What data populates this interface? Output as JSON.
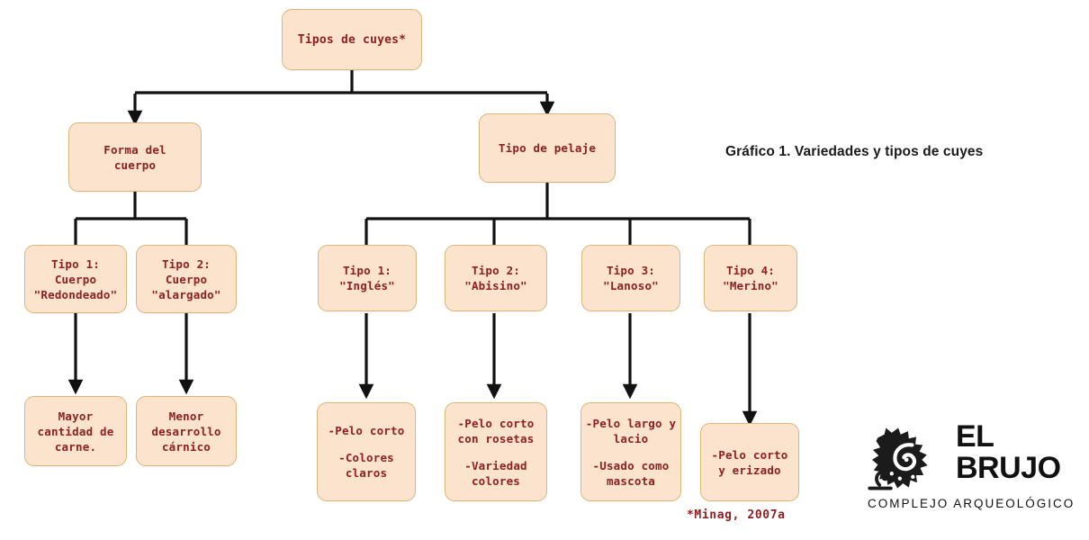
{
  "caption": "Gráfico 1. Variedades y tipos de cuyes",
  "footnote": "*Minag, 2007a",
  "colors": {
    "node_fill": "#fce3ce",
    "node_border": "#d9b779",
    "node_text": "#8e2020",
    "connector": "#111111",
    "caption_text": "#1a1a1a",
    "background": "#ffffff"
  },
  "nodes": {
    "root": {
      "lines": [
        "Tipos de cuyes*"
      ]
    },
    "forma_cuerpo": {
      "lines": [
        "Forma del",
        "cuerpo"
      ]
    },
    "tipo_pelaje": {
      "lines": [
        "Tipo de pelaje"
      ]
    },
    "cuerpo_tipo1": {
      "lines": [
        "Tipo 1:",
        "Cuerpo",
        "\"Redondeado\""
      ]
    },
    "cuerpo_tipo2": {
      "lines": [
        "Tipo 2:",
        "Cuerpo",
        "\"alargado\""
      ]
    },
    "cuerpo_tipo1_desc": {
      "lines": [
        "Mayor",
        "cantidad de",
        "carne."
      ]
    },
    "cuerpo_tipo2_desc": {
      "lines": [
        "Menor",
        "desarrollo",
        "cárnico"
      ]
    },
    "pelaje_tipo1": {
      "lines": [
        "Tipo 1:",
        "\"Inglés\""
      ]
    },
    "pelaje_tipo2": {
      "lines": [
        "Tipo 2:",
        "\"Abisino\""
      ]
    },
    "pelaje_tipo3": {
      "lines": [
        "Tipo 3:",
        "\"Lanoso\""
      ]
    },
    "pelaje_tipo4": {
      "lines": [
        "Tipo 4:",
        "\"Merino\""
      ]
    },
    "pelaje_tipo1_desc": {
      "lines": [
        "-Pelo corto",
        "",
        "-Colores",
        "claros"
      ]
    },
    "pelaje_tipo2_desc": {
      "lines": [
        "-Pelo corto",
        "con rosetas",
        "",
        "-Variedad",
        "colores"
      ]
    },
    "pelaje_tipo3_desc": {
      "lines": [
        "-Pelo largo y",
        "lacio",
        "",
        "-Usado como",
        "mascota"
      ]
    },
    "pelaje_tipo4_desc": {
      "lines": [
        "-Pelo corto",
        "y erizado"
      ]
    }
  },
  "logo": {
    "line1": "EL",
    "line2": "BRUJO",
    "subtitle": "COMPLEJO ARQUEOLÓGICO",
    "mark": "spiral-sun-icon"
  }
}
